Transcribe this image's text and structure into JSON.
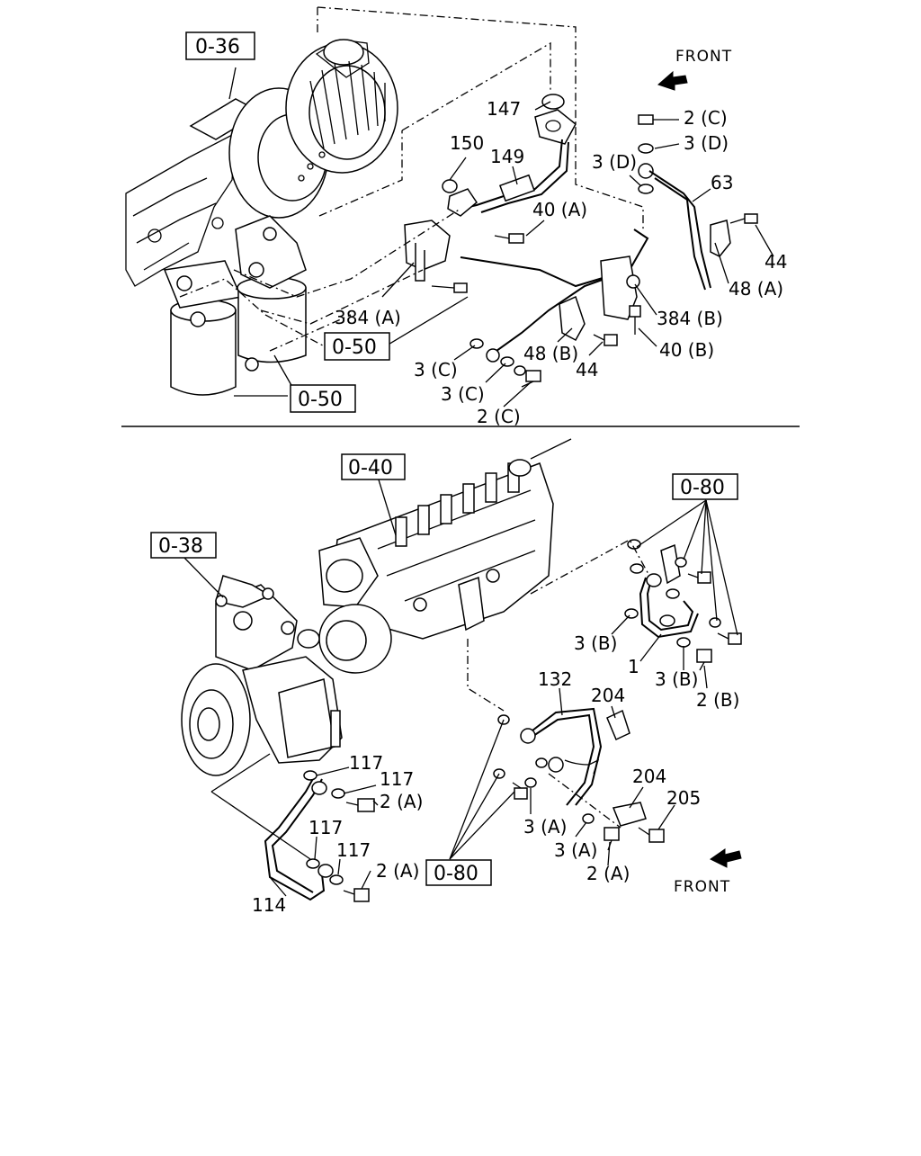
{
  "top": {
    "refs": {
      "r_0_36": "0-36",
      "r_0_50a": "0-50",
      "r_0_50b": "0-50"
    },
    "front_label": "FRONT",
    "labels": {
      "l147": "147",
      "l150": "150",
      "l149": "149",
      "l2c_top": "2 (C)",
      "l3d_right": "3 (D)",
      "l3d_left": "3 (D)",
      "l63": "63",
      "l40a": "40 (A)",
      "l44_right": "44",
      "l48a": "48 (A)",
      "l384a": "384 (A)",
      "l384b": "384 (B)",
      "l40b": "40 (B)",
      "l48b": "48 (B)",
      "l44_bottom": "44",
      "l3c_a": "3 (C)",
      "l3c_b": "3 (C)",
      "l2c_bottom": "2 (C)"
    }
  },
  "bottom": {
    "refs": {
      "r_0_40": "0-40",
      "r_0_38": "0-38",
      "r_0_80a": "0-80",
      "r_0_80b": "0-80"
    },
    "front_label": "FRONT",
    "labels": {
      "l3b_a": "3 (B)",
      "l1": "1",
      "l3b_b": "3 (B)",
      "l2b": "2 (B)",
      "l132": "132",
      "l204_a": "204",
      "l204_b": "204",
      "l205": "205",
      "l117_a": "117",
      "l117_b": "117",
      "l2a_a": "2 (A)",
      "l117_c": "117",
      "l117_d": "117",
      "l2a_b": "2 (A)",
      "l114": "114",
      "l3a_a": "3 (A)",
      "l3a_b": "3 (A)",
      "l2a_c": "2 (A)"
    }
  }
}
